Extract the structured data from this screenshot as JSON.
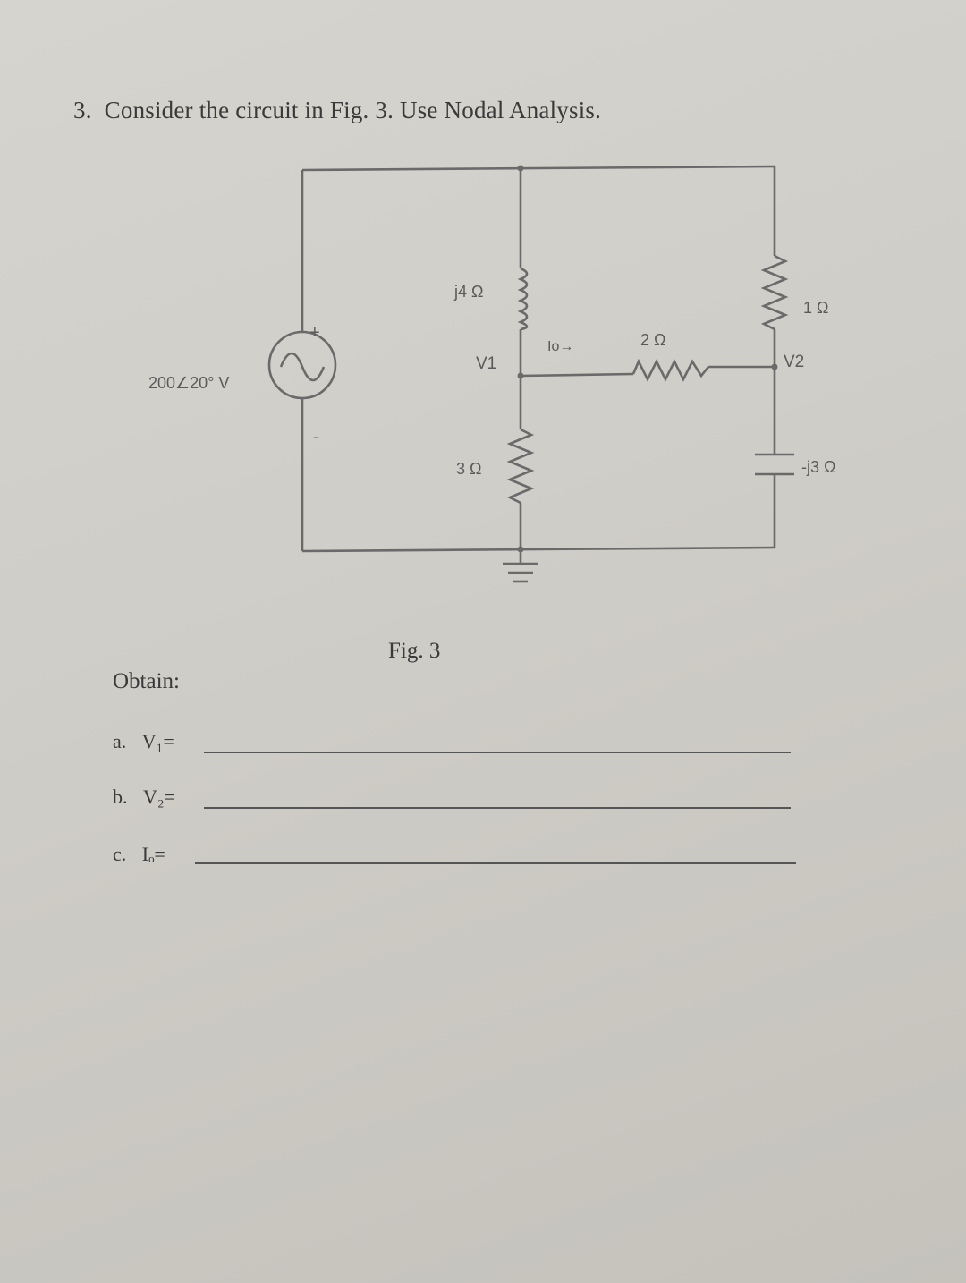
{
  "question": {
    "number": "3.",
    "text": "Consider the circuit in Fig. 3. Use Nodal Analysis."
  },
  "circuit": {
    "source_label": "200∠20° V",
    "source_plus": "+",
    "source_minus": "-",
    "inductor_label": "j4 Ω",
    "node1_label": "V1",
    "current_label": "Io→",
    "r2_label": "2 Ω",
    "r1_label": "1 Ω",
    "node2_label": "V2",
    "r3_label": "3 Ω",
    "cap_label": "-j3 Ω"
  },
  "figure_caption": "Fig. 3",
  "obtain_label": "Obtain:",
  "answers": [
    {
      "letter": "a.",
      "label": "V₁="
    },
    {
      "letter": "b.",
      "label": "V₂="
    },
    {
      "letter": "c.",
      "label": "Iₒ="
    }
  ]
}
